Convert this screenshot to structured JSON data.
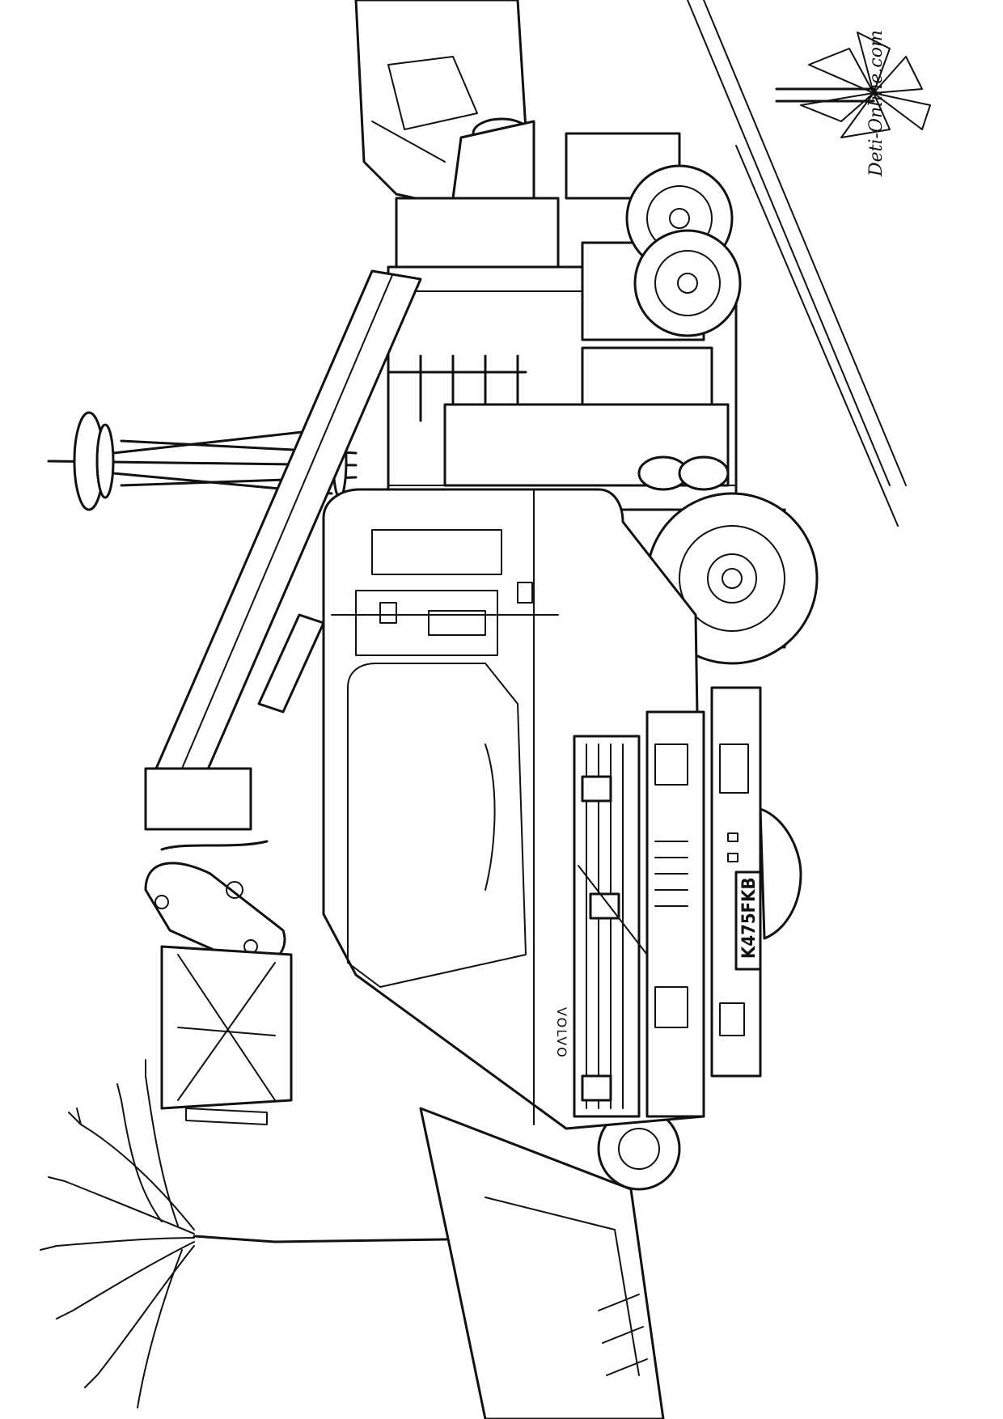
{
  "image": {
    "plate_text": "K475FKB",
    "brand_text": "VOLVO",
    "watermark_text": "Deti-Online.com"
  }
}
